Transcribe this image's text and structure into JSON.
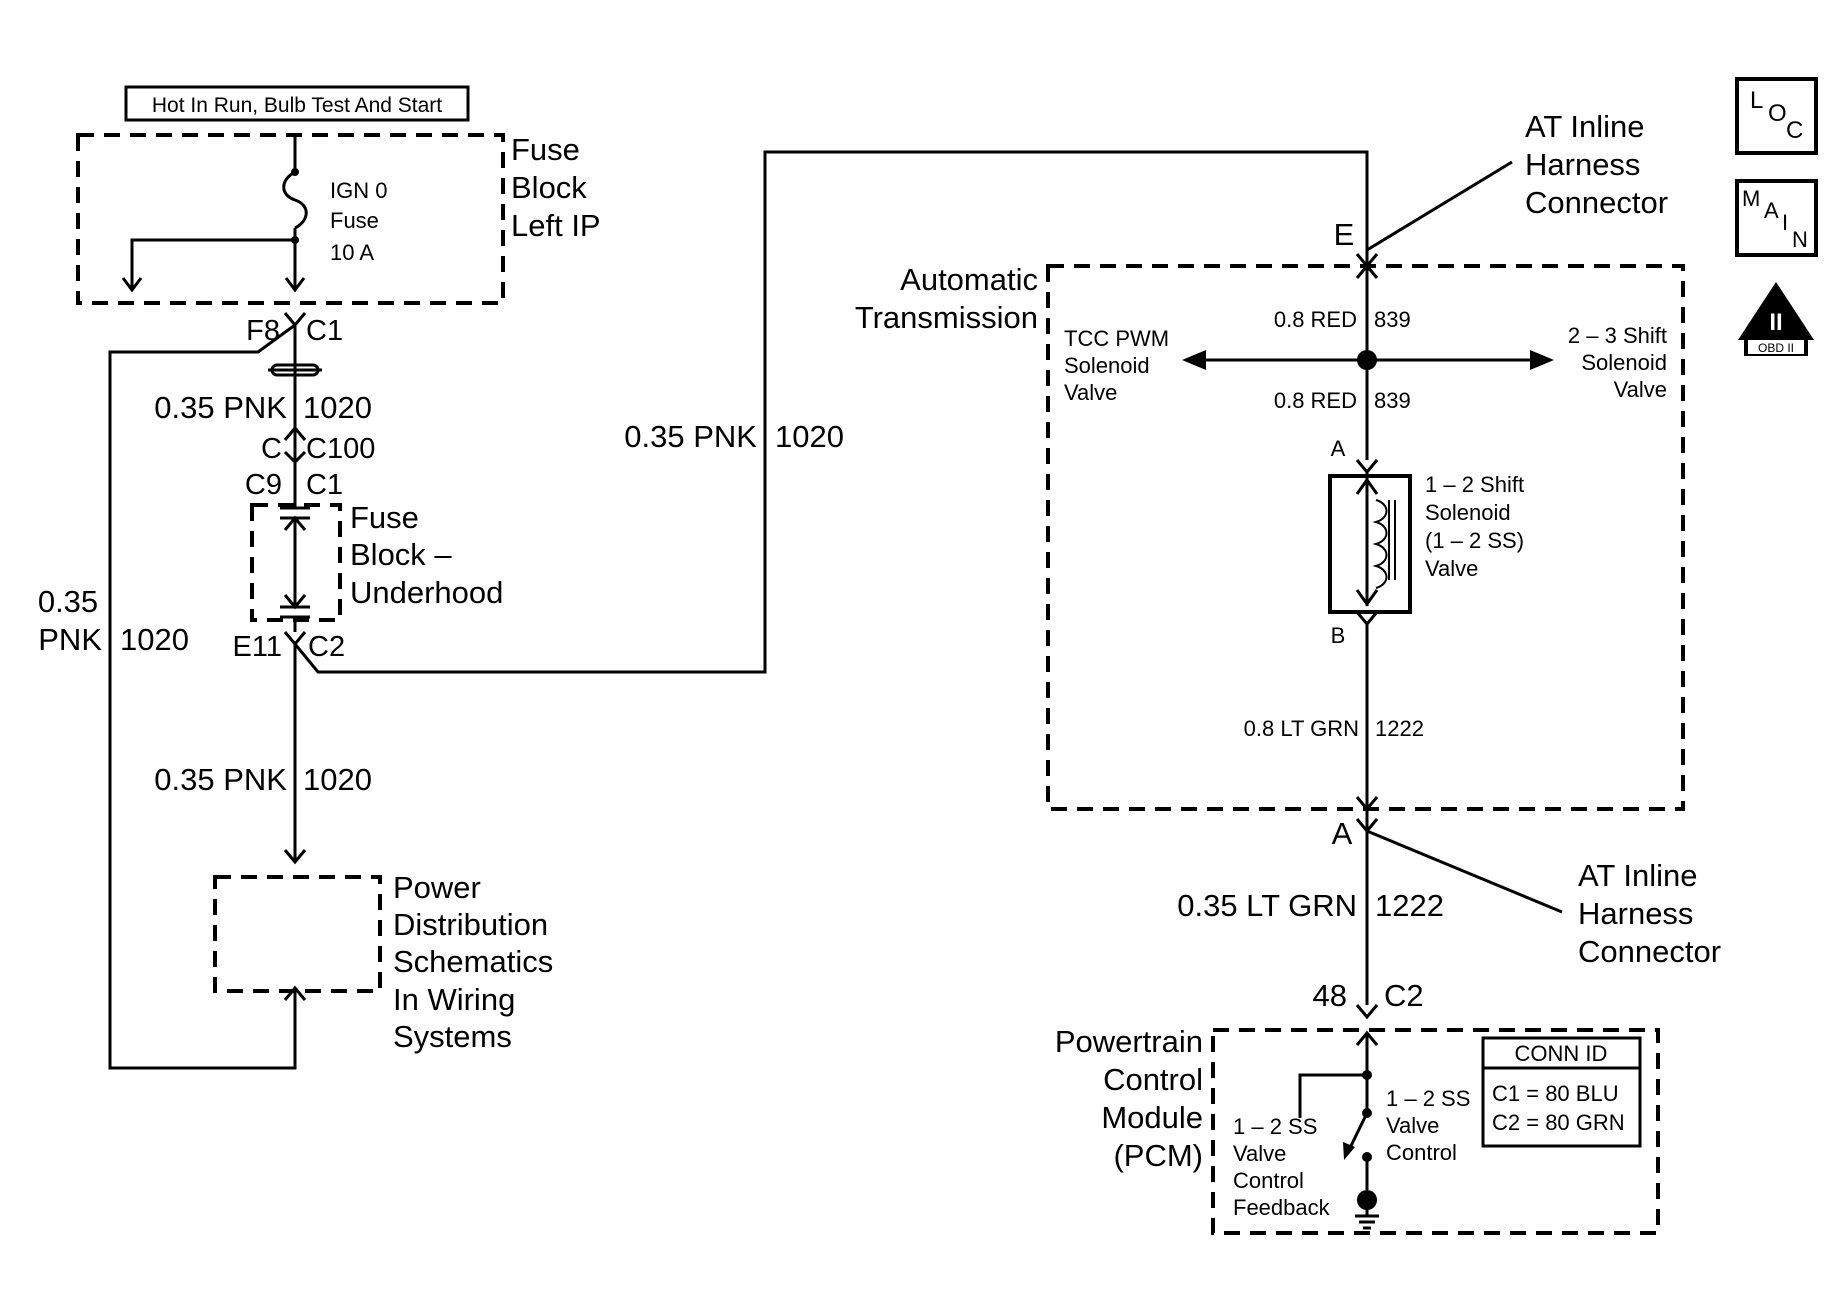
{
  "header": {
    "power_label": "Hot In Run, Bulb Test And Start"
  },
  "fuse_block_left_ip": {
    "title_lines": [
      "Fuse",
      "Block",
      "Left IP"
    ],
    "fuse_lines": [
      "IGN 0",
      "Fuse",
      "10 A"
    ],
    "pin": "F8",
    "connector": "C1"
  },
  "wires": {
    "w1_gauge_color": "0.35 PNK",
    "w1_circuit": "1020",
    "w2_gauge_color": "0.35 PNK",
    "w2_circuit": "1020",
    "w3_gauge_color": "0.35 PNK",
    "w3_circuit": "1020",
    "left_gauge": "0.35",
    "left_color": "PNK",
    "left_circuit": "1020",
    "red_top_gauge_color": "0.8 RED",
    "red_top_circuit": "839",
    "red_bottom_gauge_color": "0.8 RED",
    "red_bottom_circuit": "839",
    "grn_inside_gauge_color": "0.8 LT GRN",
    "grn_inside_circuit": "1222",
    "grn_outside_gauge_color": "0.35 LT GRN",
    "grn_outside_circuit": "1222"
  },
  "connectors": {
    "c100_pin": "C",
    "c100_name": "C100",
    "uh_c1_pin": "C9",
    "uh_c1_name": "C1",
    "uh_c2_pin": "E11",
    "uh_c2_name": "C2",
    "inline_top_pin": "E",
    "inline_bottom_pin": "A",
    "pcm_pin": "48",
    "pcm_connector": "C2",
    "solenoid_pin_a": "A",
    "solenoid_pin_b": "B"
  },
  "fuse_block_underhood": {
    "title_lines": [
      "Fuse",
      "Block –",
      "Underhood"
    ]
  },
  "power_distribution": {
    "lines": [
      "Power",
      "Distribution",
      "Schematics",
      "In Wiring",
      "Systems"
    ]
  },
  "automatic_transmission": {
    "title_lines": [
      "Automatic",
      "Transmission"
    ],
    "tcc_lines": [
      "TCC PWM",
      "Solenoid",
      "Valve"
    ],
    "shift23_lines": [
      "2 – 3 Shift",
      "Solenoid",
      "Valve"
    ],
    "shift12_lines": [
      "1 – 2 Shift",
      "Solenoid",
      "(1 – 2 SS)",
      "Valve"
    ]
  },
  "at_inline_harness_top": {
    "lines": [
      "AT Inline",
      "Harness",
      "Connector"
    ]
  },
  "at_inline_harness_bottom": {
    "lines": [
      "AT Inline",
      "Harness",
      "Connector"
    ]
  },
  "pcm": {
    "title_lines": [
      "Powertrain",
      "Control",
      "Module",
      "(PCM)"
    ],
    "feedback_lines": [
      "1 – 2 SS",
      "Valve",
      "Control",
      "Feedback"
    ],
    "control_lines": [
      "1 – 2 SS",
      "Valve",
      "Control"
    ],
    "conn_id_title": "CONN ID",
    "conn_id_c1": "C1 = 80 BLU",
    "conn_id_c2": "C2 = 80 GRN"
  },
  "nav_icons": {
    "loc": [
      "L",
      "O",
      "C"
    ],
    "main": [
      "M",
      "A",
      "I",
      "N"
    ],
    "obd_numeral": "II",
    "obd_label": "OBD II"
  }
}
